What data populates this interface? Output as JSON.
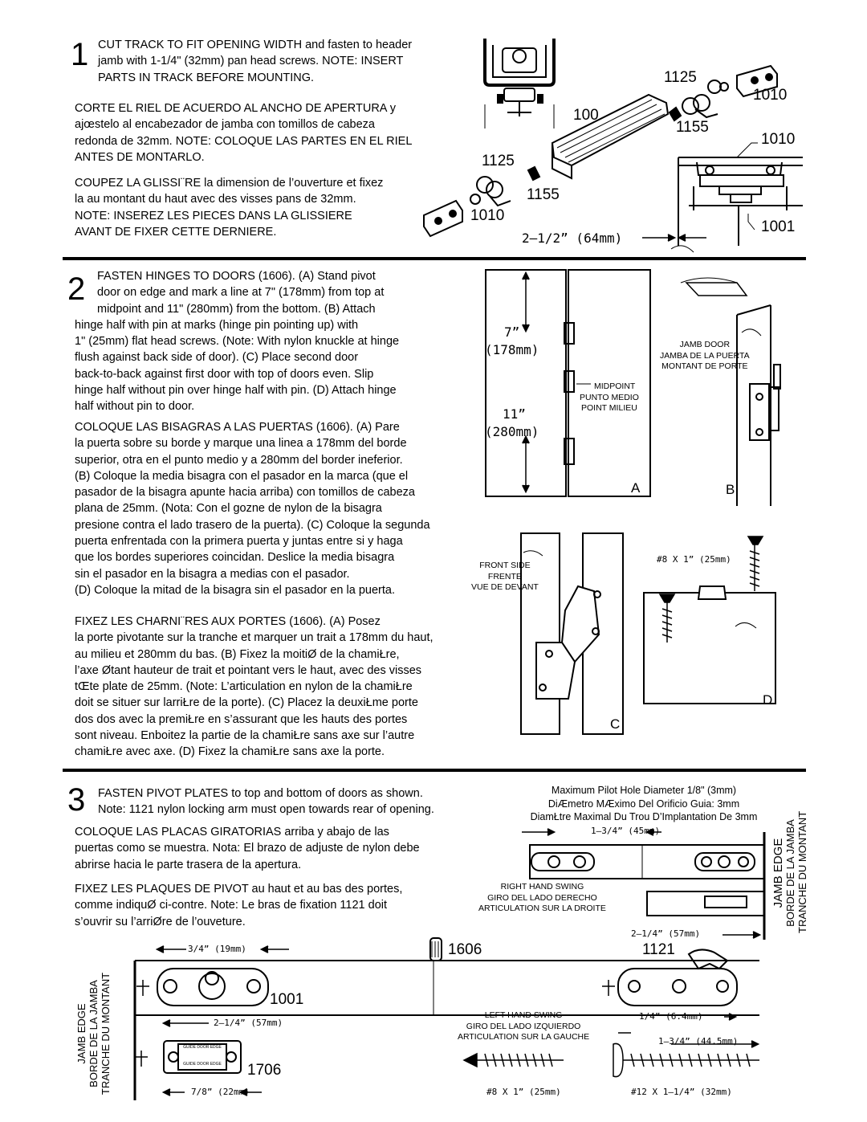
{
  "step1": {
    "number": "1",
    "en": [
      "CUT TRACK TO FIT OPENING WIDTH  and fasten to header",
      "jamb with 1-1/4\" (32mm) pan head screws.  NOTE: INSERT",
      "PARTS IN TRACK BEFORE MOUNTING."
    ],
    "es": [
      "CORTE EL RIEL DE ACUERDO AL  ANCHO DE APERTURA  y",
      "ajœstelo al encabezador de jamba con tomillos de cabeza",
      "redonda de 32mm.  NOTE: COLOQUE LAS PARTES EN EL RIEL",
      "ANTES DE MONTARLO."
    ],
    "fr": [
      "COUPEZ LA GLISSI¨RE    la dimension de l’ouverture et fixez",
      "la au montant du haut avec des visses   pans de 32mm.",
      "NOTE: INSEREZ LES PIECES DANS LA GLISSIERE",
      "AVANT DE FIXER CETTE DERNIERE."
    ],
    "parts": {
      "p1125a": "1125",
      "p1010a": "1010",
      "p100": "100",
      "p1155a": "1155",
      "p1010b": "1010",
      "p1125b": "1125",
      "p1155b": "1155",
      "p1010c": "1010",
      "p1001": "1001"
    },
    "dim_clearance": "2–1/2”  (64mm)"
  },
  "step2": {
    "number": "2",
    "en": [
      "FASTEN HINGES TO DOORS (1606).  (A) Stand pivot",
      "door on edge and mark a line at 7\" (178mm) from top at",
      "midpoint and 11\" (280mm) from the bottom.  (B) Attach",
      "hinge half with pin at marks (hinge pin pointing up)  with",
      "1\" (25mm) flat head screws.  (Note: With nylon knuckle at hinge",
      "flush against back side of door).  (C) Place second door",
      "back-to-back against first door with top of doors even.  Slip",
      "hinge half without pin over hinge half with pin.  (D) Attach hinge",
      "half without pin to door."
    ],
    "es": [
      "COLOQUE LAS BISAGRAS A LAS PUERTAS (1606).    (A) Pare",
      "la puerta sobre su borde y marque una linea a 178mm del borde",
      "superior, otra en el punto medio y a 280mm del border ineferior.",
      "(B) Coloque la media bisagra con el pasador en la marca (que el",
      "pasador de la bisagra apunte hacia arriba) con tomillos de cabeza",
      "plana de 25mm.  (Nota: Con  el gozne de nylon de la bisagra",
      "presione contra el lado trasero de la puerta). (C) Coloque la segunda",
      "puerta enfrentada con la primera puerta y juntas entre si y haga",
      "que los bordes superiores coincidan.  Deslice la media bisagra",
      "sin el pasador en la bisagra a medias con el pasador.",
      "(D) Coloque la mitad de la bisagra sin el pasador en la puerta."
    ],
    "fr": [
      "FIXEZ LES CHARNI¨RES AUX PORTES (1606).    (A) Posez",
      "la porte pivotante sur la tranche et marquer un trait a 178mm du haut,",
      "au milieu et   280mm du bas.  (B) Fixez la moitiØ de la chamiŁre,",
      "l’axe Øtant   hauteur de trait et pointant vers le haut, avec des visses",
      "  tŒte plate de 25mm.  (Note: L’articulation en nylon de la chamiŁre",
      "doit se situer sur larriŁre de la porte).  (C)  Placez la deuxiŁme porte",
      "dos   dos avec la premiŁre en s’assurant que les hauts des portes",
      "sont   niveau.  Enboitez la partie de la chamiŁre sans axe sur l’autre",
      "chamiŁre avec axe.  (D) Fixez la chamiŁre sans axe   la porte."
    ],
    "dim7": "7”",
    "dim178": "(178mm)",
    "dim11": "11”",
    "dim280": "(280mm)",
    "midpoint": [
      "MIDPOINT",
      "PUNTO MEDIO",
      "POINT MILIEU"
    ],
    "jamb_door": [
      "JAMB DOOR",
      "JAMBA DE LA PUERTA",
      "MONTANT DE PORTE"
    ],
    "front_side": [
      "FRONT SIDE",
      "FRENTE",
      "VUE DE DEVANT"
    ],
    "screw": "#8  X  1”  (25mm)",
    "letters": {
      "a": "A",
      "b": "B",
      "c": "C",
      "d": "D"
    }
  },
  "step3": {
    "number": "3",
    "en": [
      "FASTEN PIVOT PLATES  to top and bottom of doors as shown.",
      "Note: 1121 nylon locking arm must open towards rear of opening."
    ],
    "es": [
      "COLOQUE LAS PLACAS GIRATORIAS   arriba y abajo de las",
      "puertas como se muestra.  Nota: El brazo de adjuste de nylon debe",
      "abrirse hacia le parte trasera de la apertura."
    ],
    "fr": [
      "FIXEZ LES PLAQUES DE PIVOT  au haut et au bas des portes,",
      "comme indiquØ ci-contre.  Note: Le bras de fixation 1121 doit",
      "s’ouvrir su l’arriØre de l’ouveture."
    ],
    "pilot": [
      "Maximum Pilot Hole Diameter 1/8\" (3mm)",
      "DiÆmetro MÆximo Del Orificio Guia: 3mm",
      "DiamŁtre Maximal Du Trou D’Implantation De 3mm"
    ],
    "dim_134_45": "1–3/4”  (45mm)",
    "right_swing": [
      "RIGHT HAND SWING",
      "GIRO DEL LADO DERECHO",
      "ARTICULATION SUR LA DROITE"
    ],
    "jamb_edge_right": [
      "JAMB EDGE",
      "BORDE DE LA JAMBA",
      "TRANCHE DU MONTANT"
    ],
    "dim_214_57a": "2–1/4”  (57mm)",
    "dim_34_19": "3/4”  (19mm)",
    "part1606": "1606",
    "part1121": "1121",
    "part1001": "1001",
    "part1706": "1706",
    "jamb_edge_left": [
      "JAMB EDGE",
      "BORDE DE LA JAMBA",
      "TRANCHE DU MONTANT"
    ],
    "dim_214_57b": "2–1/4”  (57mm)",
    "left_swing": [
      "LEFT HAND SWING",
      "GIRO DEL LADO IZQUIERDO",
      "ARTICULATION SUR LA GAUCHE"
    ],
    "dim_14_64": "1/4”  (6.4mm)",
    "dim_134_445": "1–3/4”  (44.5mm)",
    "dim_78_22": "7/8”  (22mm)",
    "screw8": "#8  X  1”  (25mm)",
    "screw12": "#12  X  1–1/4”  (32mm)",
    "plate_text_top": "GUIDE DOOR EDGE",
    "plate_text_bottom": "GUIDE DOOR EDGE"
  }
}
